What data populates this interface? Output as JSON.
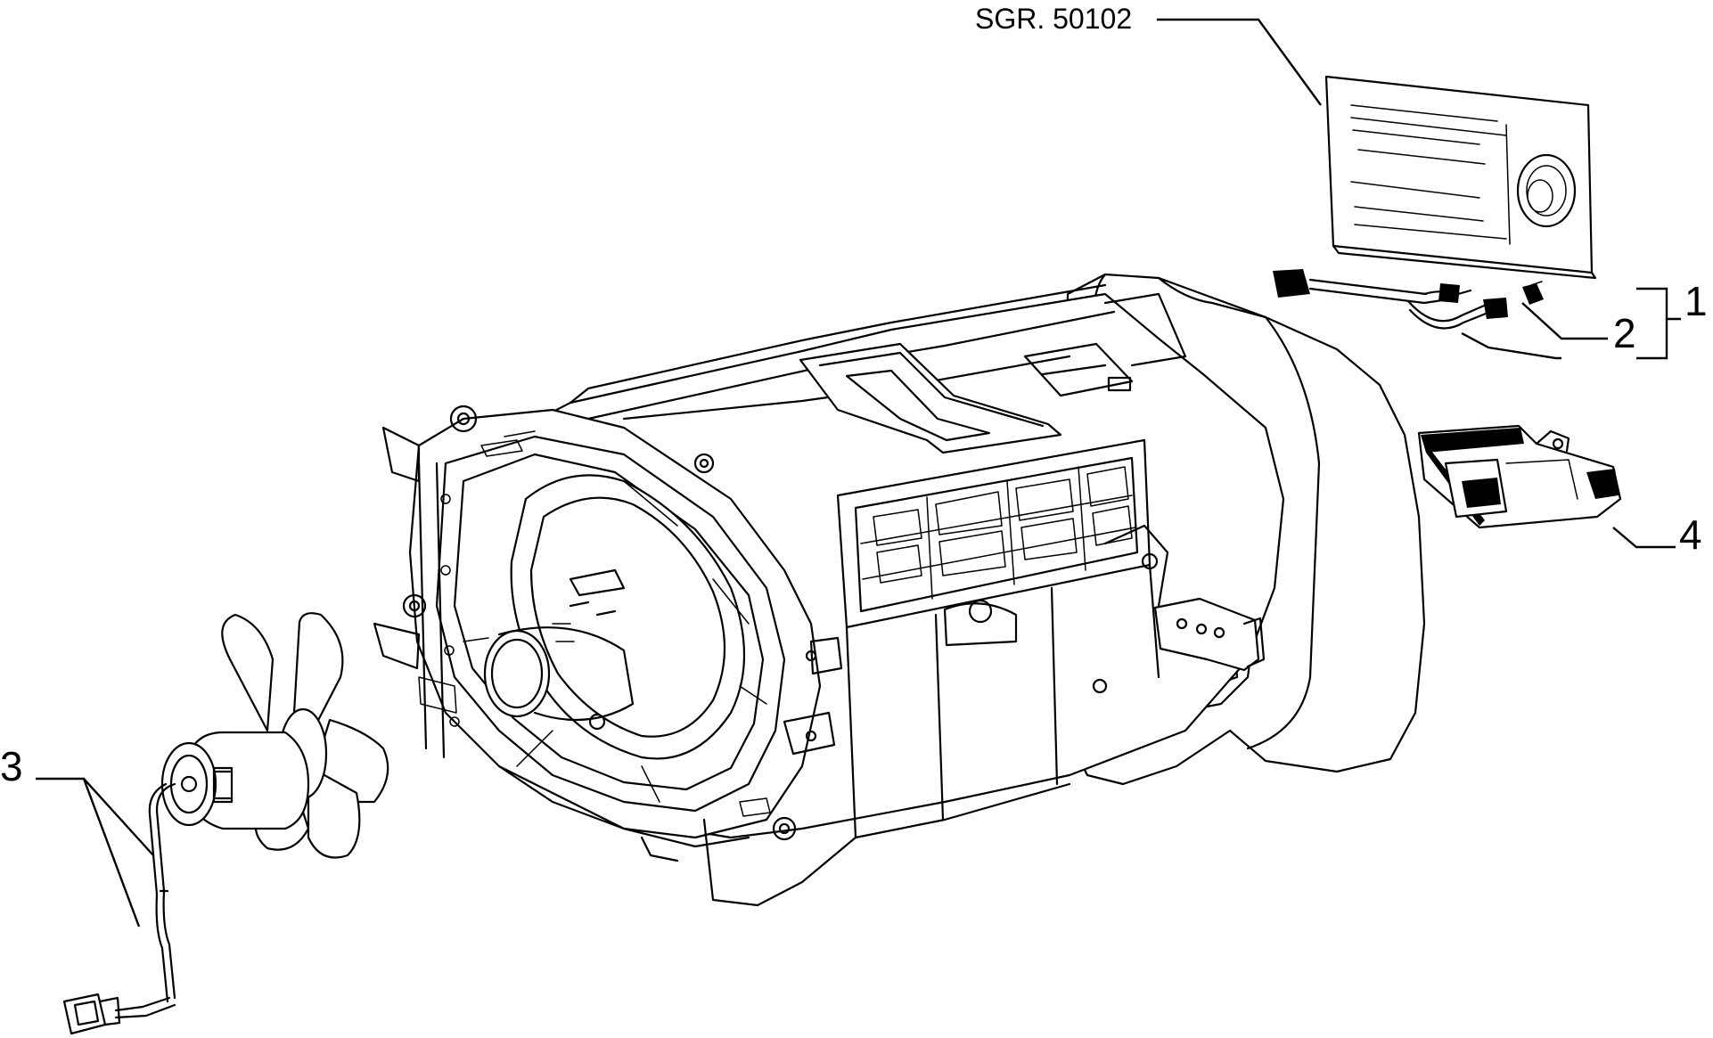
{
  "callouts": {
    "ref_group": "SGR. 50102",
    "c1": "1",
    "c2": "2",
    "c3": "3",
    "c4": "4"
  }
}
